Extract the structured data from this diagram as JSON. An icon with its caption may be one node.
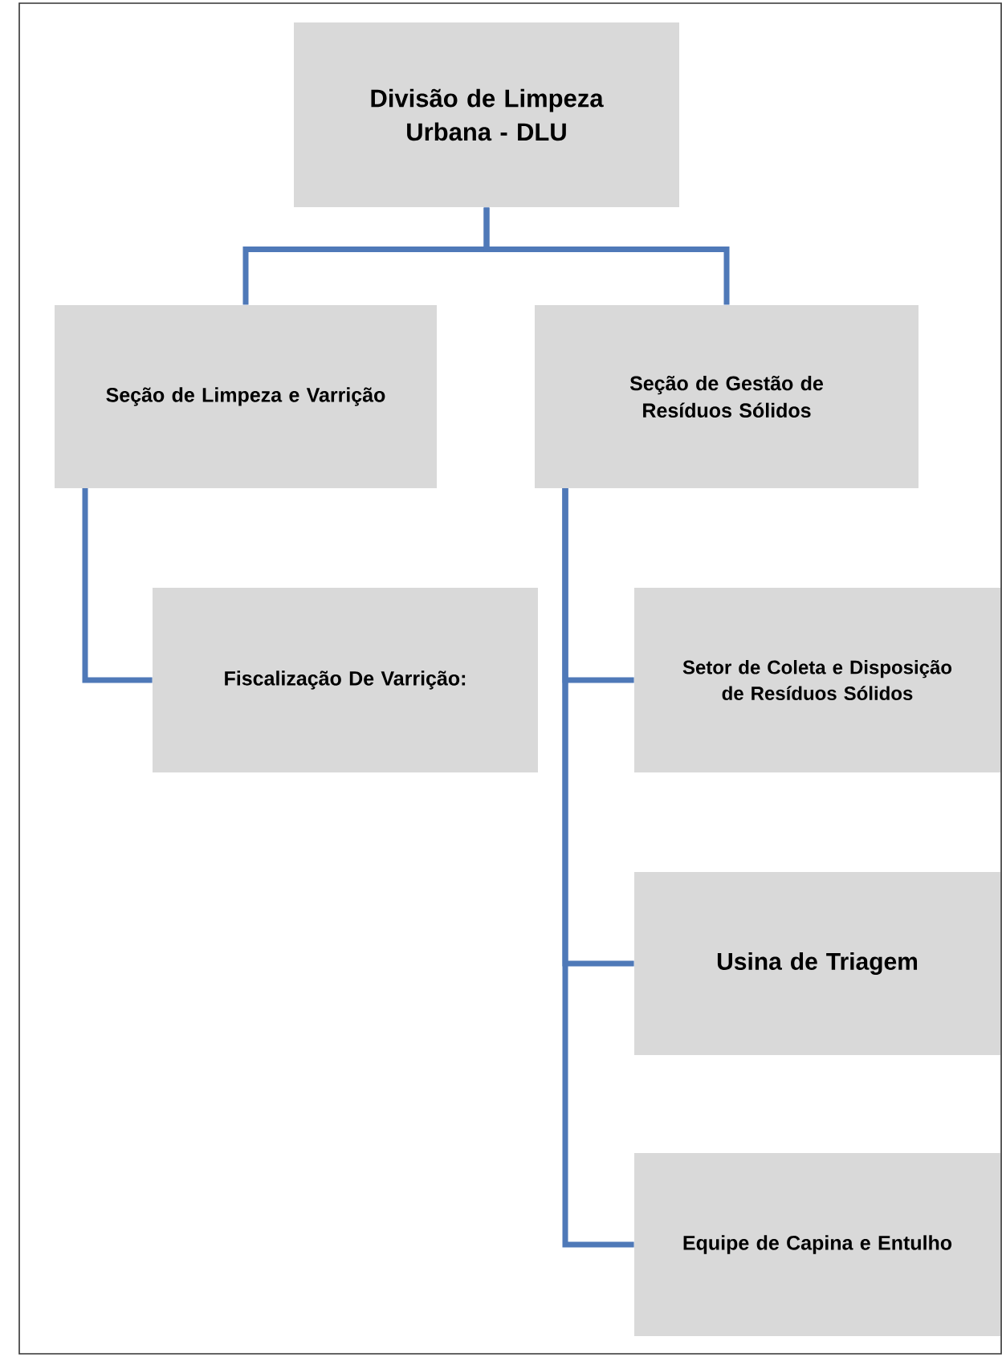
{
  "diagram": {
    "nodes": [
      {
        "text": [
          "Divisão de Limpeza Urbana - DLU"
        ]
      },
      {
        "text": [
          "Seção de Limpeza e Varrição"
        ]
      },
      {
        "text": [
          "Seção de Gestão de Resíduos Sólidos"
        ]
      },
      {
        "text": [
          "Fiscalização De Varrição:"
        ]
      },
      {
        "text": [
          "Setor de Coleta e Disposição de Resíduos Sólidos"
        ]
      },
      {
        "text": [
          "Usina de Triagem"
        ]
      },
      {
        "text": [
          "Equipe de Capina e Entulho"
        ]
      }
    ],
    "edges": [
      {
        "from": 0,
        "to": 1,
        "arrow": "none"
      },
      {
        "from": 0,
        "to": 2,
        "arrow": "none"
      },
      {
        "from": 1,
        "to": 3,
        "arrow": "none"
      },
      {
        "from": 2,
        "to": 4,
        "arrow": "none"
      },
      {
        "from": 2,
        "to": 5,
        "arrow": "none"
      },
      {
        "from": 2,
        "to": 6,
        "arrow": "none"
      }
    ]
  }
}
